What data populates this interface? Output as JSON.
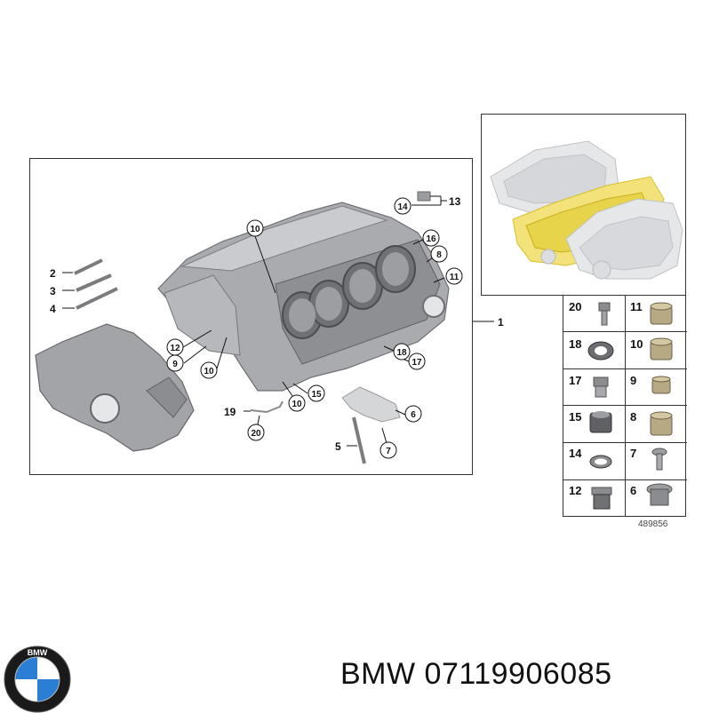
{
  "diagram": {
    "main_labels": {
      "l1": "1",
      "l2": "2",
      "l3": "3",
      "l4": "4",
      "l5": "5",
      "l13": "13",
      "l19": "19"
    },
    "circled_labels": {
      "c14": "14",
      "c10a": "10",
      "c16": "16",
      "c8": "8",
      "c11": "11",
      "c12": "12",
      "c9": "9",
      "c10b": "10",
      "c18": "18",
      "c17": "17",
      "c15": "15",
      "c10c": "10",
      "c20": "20",
      "c6": "6",
      "c7": "7"
    }
  },
  "parts_table": [
    {
      "left": "20",
      "right": "11"
    },
    {
      "left": "18",
      "right": "10"
    },
    {
      "left": "17",
      "right": "9"
    },
    {
      "left": "15",
      "right": "8"
    },
    {
      "left": "14",
      "right": "7"
    },
    {
      "left": "12",
      "right": "6"
    }
  ],
  "reference_number": "489856",
  "brand": {
    "logo_text": "BMW",
    "part_label": "BMW 07119906085"
  }
}
